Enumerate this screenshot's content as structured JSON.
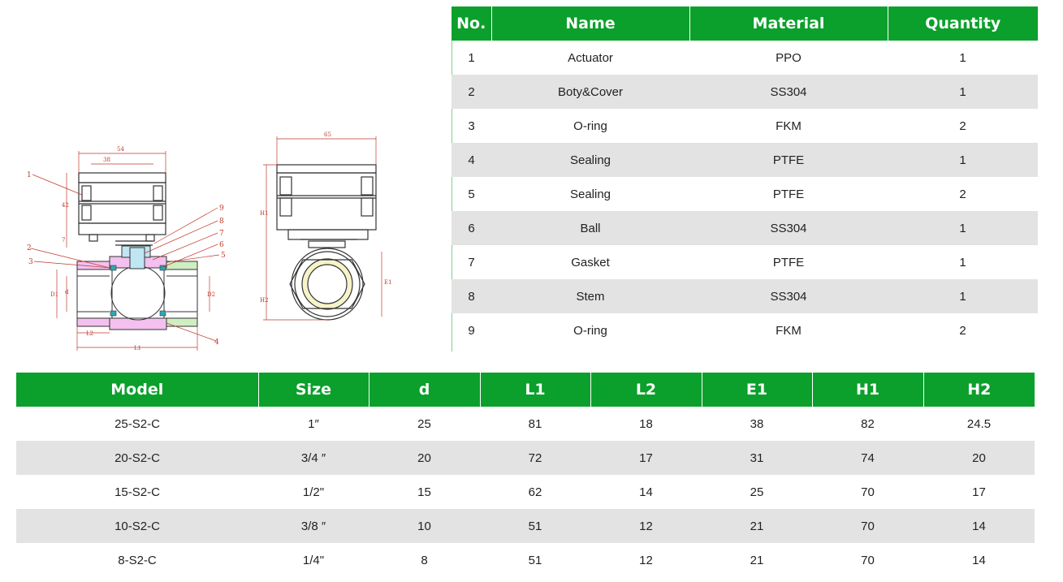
{
  "drawing": {
    "callouts": [
      "1",
      "2",
      "3",
      "4",
      "5",
      "6",
      "7",
      "8",
      "9"
    ],
    "dims_front": {
      "top_outer": "54",
      "top_inner": "38",
      "d": "d",
      "l1": "L1",
      "l2": "L2",
      "d1": "D1",
      "d2": "D2",
      "h_left_a": "42",
      "h_left_b": "7"
    },
    "dims_side": {
      "top": "65",
      "h1": "H1",
      "h2": "H2",
      "e1": "E1"
    }
  },
  "parts_table": {
    "headers": [
      "No.",
      "Name",
      "Material",
      "Quantity"
    ],
    "rows": [
      [
        "1",
        "Actuator",
        "PPO",
        "1"
      ],
      [
        "2",
        "Boty&Cover",
        "SS304",
        "1"
      ],
      [
        "3",
        "O-ring",
        "FKM",
        "2"
      ],
      [
        "4",
        "Sealing",
        "PTFE",
        "1"
      ],
      [
        "5",
        "Sealing",
        "PTFE",
        "2"
      ],
      [
        "6",
        "Ball",
        "SS304",
        "1"
      ],
      [
        "7",
        "Gasket",
        "PTFE",
        "1"
      ],
      [
        "8",
        "Stem",
        "SS304",
        "1"
      ],
      [
        "9",
        "O-ring",
        "FKM",
        "2"
      ]
    ]
  },
  "model_table": {
    "headers": [
      "Model",
      "Size",
      "d",
      "L1",
      "L2",
      "E1",
      "H1",
      "H2"
    ],
    "rows": [
      [
        "25-S2-C",
        "1″",
        "25",
        "81",
        "18",
        "38",
        "82",
        "24.5"
      ],
      [
        "20-S2-C",
        "3/4 ″",
        "20",
        "72",
        "17",
        "31",
        "74",
        "20"
      ],
      [
        "15-S2-C",
        "1/2\"",
        "15",
        "62",
        "14",
        "25",
        "70",
        "17"
      ],
      [
        "10-S2-C",
        "3/8 ″",
        "10",
        "51",
        "12",
        "21",
        "70",
        "14"
      ],
      [
        "8-S2-C",
        "1/4\"",
        "8",
        "51",
        "12",
        "21",
        "70",
        "14"
      ]
    ]
  },
  "colors": {
    "header_green": "#0aa02b",
    "row_alt": "#e3e3e3",
    "dim_red": "#c0392b"
  }
}
